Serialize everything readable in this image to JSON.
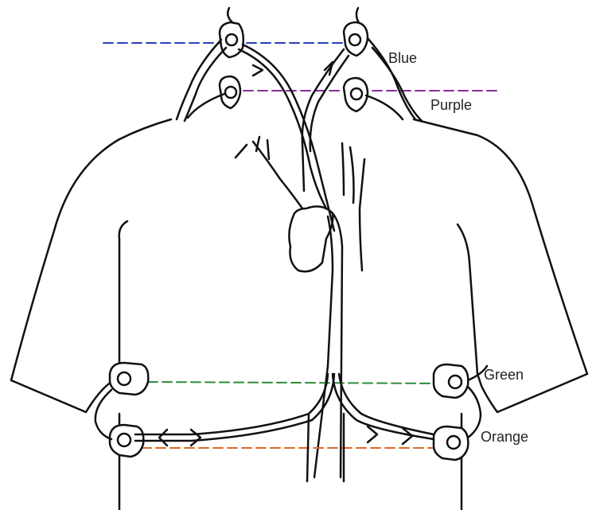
{
  "labels": {
    "blue": "Blue",
    "purple": "Purple",
    "green": "Green",
    "orange": "Orange"
  },
  "colors": {
    "blue": "#2a3fb8",
    "purple": "#8a2c9c",
    "green": "#2f8a3a",
    "orange": "#e0682c",
    "outline": "#111111"
  }
}
